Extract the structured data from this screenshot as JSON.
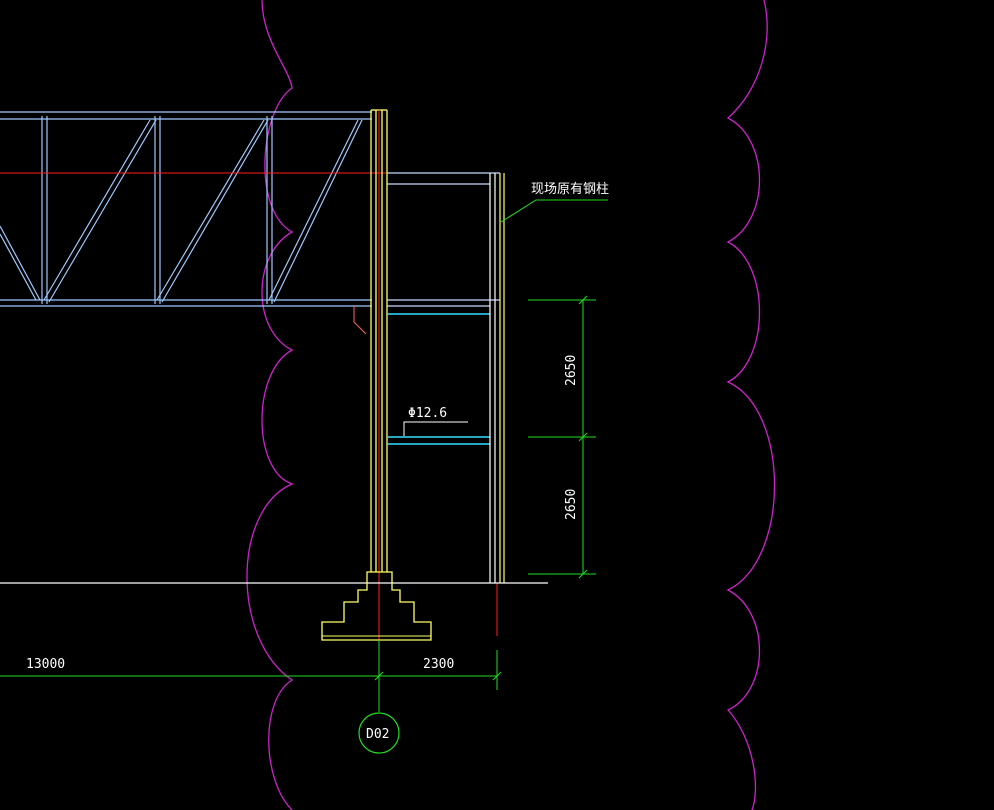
{
  "colors": {
    "background": "#000000",
    "truss": "#9ec9ff",
    "column": "#ffff66",
    "centerline": "#ff2020",
    "dimension": "#22dd22",
    "revision_cloud": "#cc22cc",
    "beam_cyan": "#33ddff",
    "white": "#ffffff",
    "footing": "#ffff66"
  },
  "labels": {
    "existing_steel_column": "现场原有钢柱",
    "rebar_spec": "Φ12.6",
    "grid_bubble": "D02"
  },
  "dimensions": {
    "vertical_upper": "2650",
    "vertical_lower": "2650",
    "horizontal_left": "13000",
    "horizontal_right": "2300"
  }
}
